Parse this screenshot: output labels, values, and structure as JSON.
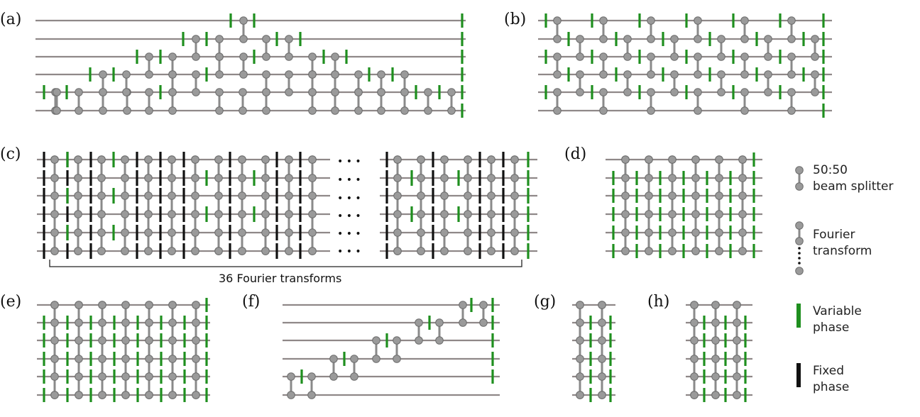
{
  "panels": {
    "a": "(a)",
    "b": "(b)",
    "c": "(c)",
    "d": "(d)",
    "e": "(e)",
    "f": "(f)",
    "g": "(g)",
    "h": "(h)"
  },
  "caption_c": "36 Fourier transforms",
  "ellipsis": "• • •",
  "legend": {
    "bs_line1": "50:50",
    "bs_line2": "beam splitter",
    "ft_line1": "Fourier",
    "ft_line2": "transform",
    "vp_line1": "Variable",
    "vp_line2": "phase",
    "fp_line1": "Fixed",
    "fp_line2": "phase"
  },
  "colors": {
    "waveguide": "#8f8888",
    "coupler": "#8a8a8a",
    "variable_phase": "#1f8f1f",
    "fixed_phase": "#111111"
  }
}
